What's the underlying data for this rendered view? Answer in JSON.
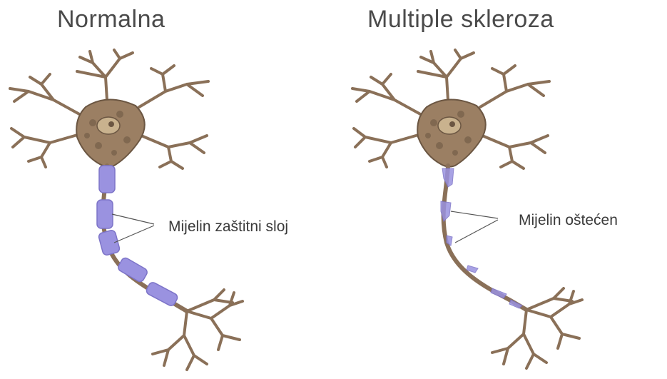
{
  "panels": {
    "left": {
      "title": "Normalna",
      "label": "Mijelin zaštitni sloj"
    },
    "right": {
      "title": "Multiple skleroza",
      "label": "Mijelin oštećen"
    }
  },
  "colors": {
    "neuron_body": "#9b7f63",
    "neuron_dark": "#6b5642",
    "myelin": "#9a92e0",
    "myelin_edge": "#7d74c8",
    "label_line": "#555555"
  }
}
